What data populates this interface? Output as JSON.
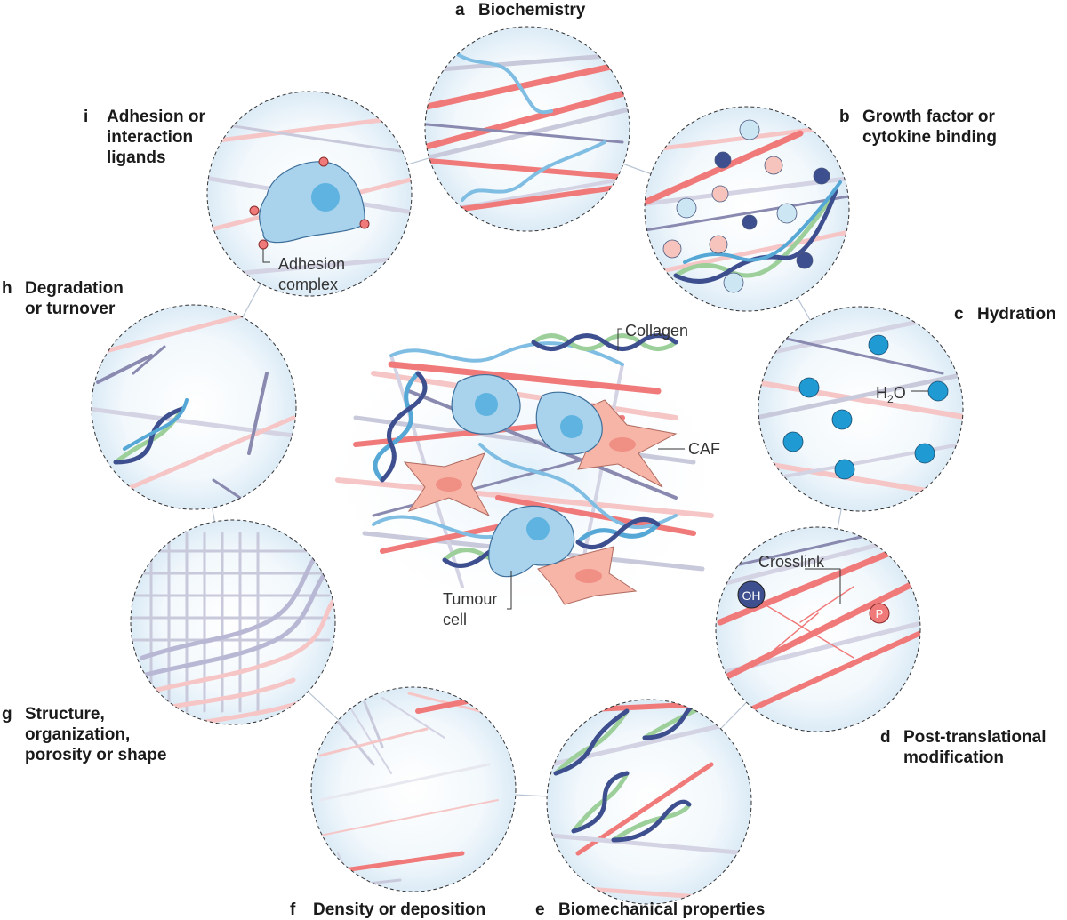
{
  "panels": [
    {
      "id": "a",
      "letter": "a",
      "title": "Biochemistry"
    },
    {
      "id": "b",
      "letter": "b",
      "title": "Growth factor or cytokine binding"
    },
    {
      "id": "c",
      "letter": "c",
      "title": "Hydration"
    },
    {
      "id": "d",
      "letter": "d",
      "title": "Post-translational modification"
    },
    {
      "id": "e",
      "letter": "e",
      "title": "Biomechanical properties"
    },
    {
      "id": "f",
      "letter": "f",
      "title": "Density or deposition"
    },
    {
      "id": "g",
      "letter": "g",
      "title": "Structure, organization, porosity or shape"
    },
    {
      "id": "h",
      "letter": "h",
      "title": "Degradation or turnover"
    },
    {
      "id": "i",
      "letter": "i",
      "title": "Adhesion or interaction ligands"
    }
  ],
  "label_lines": {
    "b": [
      "Growth factor or",
      "cytokine binding"
    ],
    "d": [
      "Post-translational",
      "modification"
    ],
    "g": [
      "Structure,",
      "organization,",
      "porosity or shape"
    ],
    "h": [
      "Degradation",
      "or turnover"
    ],
    "i": [
      "Adhesion or",
      "interaction",
      "ligands"
    ]
  },
  "annotations": {
    "collagen": "Collagen",
    "caf": "CAF",
    "tumour_cell_1": "Tumour",
    "tumour_cell_2": "cell",
    "adhesion_1": "Adhesion",
    "adhesion_2": "complex",
    "water_h": "H",
    "water_sub": "2",
    "water_o": "O",
    "crosslink": "Crosslink",
    "hydroxyl": "OH",
    "phospho": "P"
  },
  "colors": {
    "fibre_red": "#f07a7a",
    "fibre_purple": "#7f7fa8",
    "tumour_cell": "#a9d3ec",
    "tumour_nucleus": "#5fb3e0",
    "caf_cell": "#f7b5a8",
    "helix_dark": "#3e4f8f",
    "helix_light": "#9ccf9a",
    "helix_blue": "#55a8d6",
    "water": "#1f9ad3"
  }
}
